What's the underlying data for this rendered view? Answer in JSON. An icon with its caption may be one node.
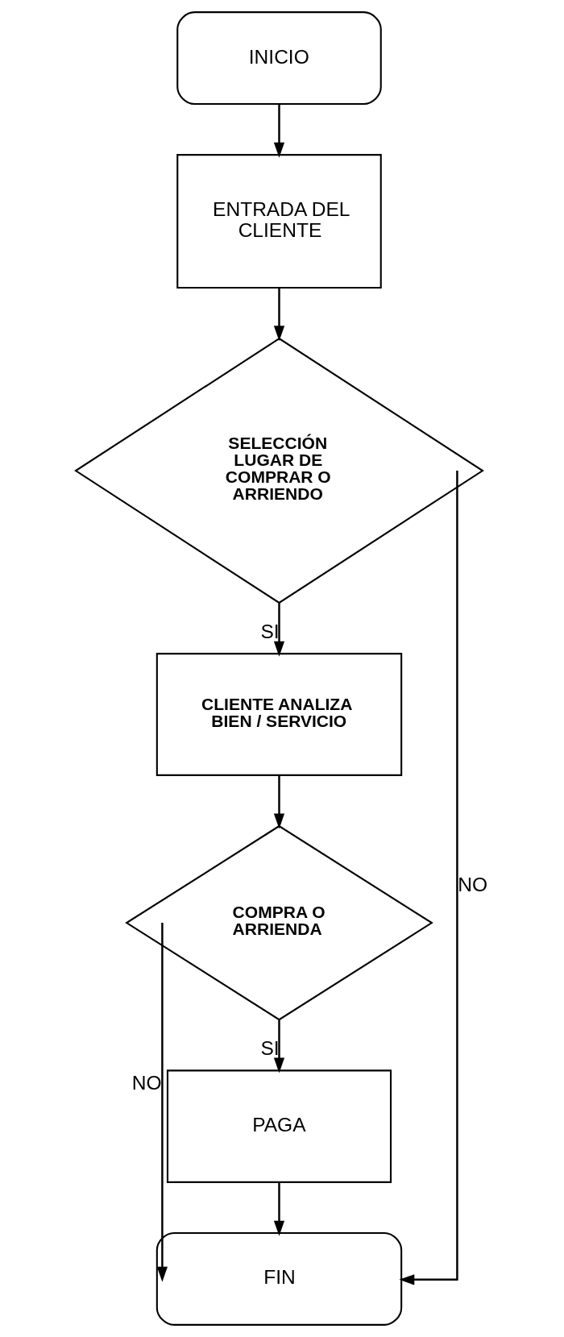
{
  "diagram": {
    "nodes": [
      {
        "text": [
          "INICIO"
        ]
      },
      {
        "text": [
          "ENTRADA DEL CLIENTE"
        ]
      },
      {
        "text": [
          "SELECCIÓN LUGAR DE COMPRAR O ARRIENDO"
        ]
      },
      {
        "text": [
          "CLIENTE ANALIZA BIEN / SERVICIO"
        ]
      },
      {
        "text": [
          "COMPRA O ARRIENDA"
        ]
      },
      {
        "text": [
          "PAGA"
        ]
      },
      {
        "text": [
          "FIN"
        ]
      }
    ],
    "edges": [
      {
        "from": 0,
        "to": 1,
        "arrow": "to"
      },
      {
        "from": 1,
        "to": 2,
        "arrow": "to"
      },
      {
        "from": 2,
        "to": 3,
        "arrow": "to",
        "label": "SI"
      },
      {
        "from": 2,
        "to": 6,
        "arrow": "to",
        "label": "NO"
      },
      {
        "from": 3,
        "to": 4,
        "arrow": "to"
      },
      {
        "from": 4,
        "to": 5,
        "arrow": "to",
        "label": "SI"
      },
      {
        "from": 4,
        "to": 6,
        "arrow": "to",
        "label": "NO"
      },
      {
        "from": 5,
        "to": 6,
        "arrow": "to"
      }
    ]
  }
}
